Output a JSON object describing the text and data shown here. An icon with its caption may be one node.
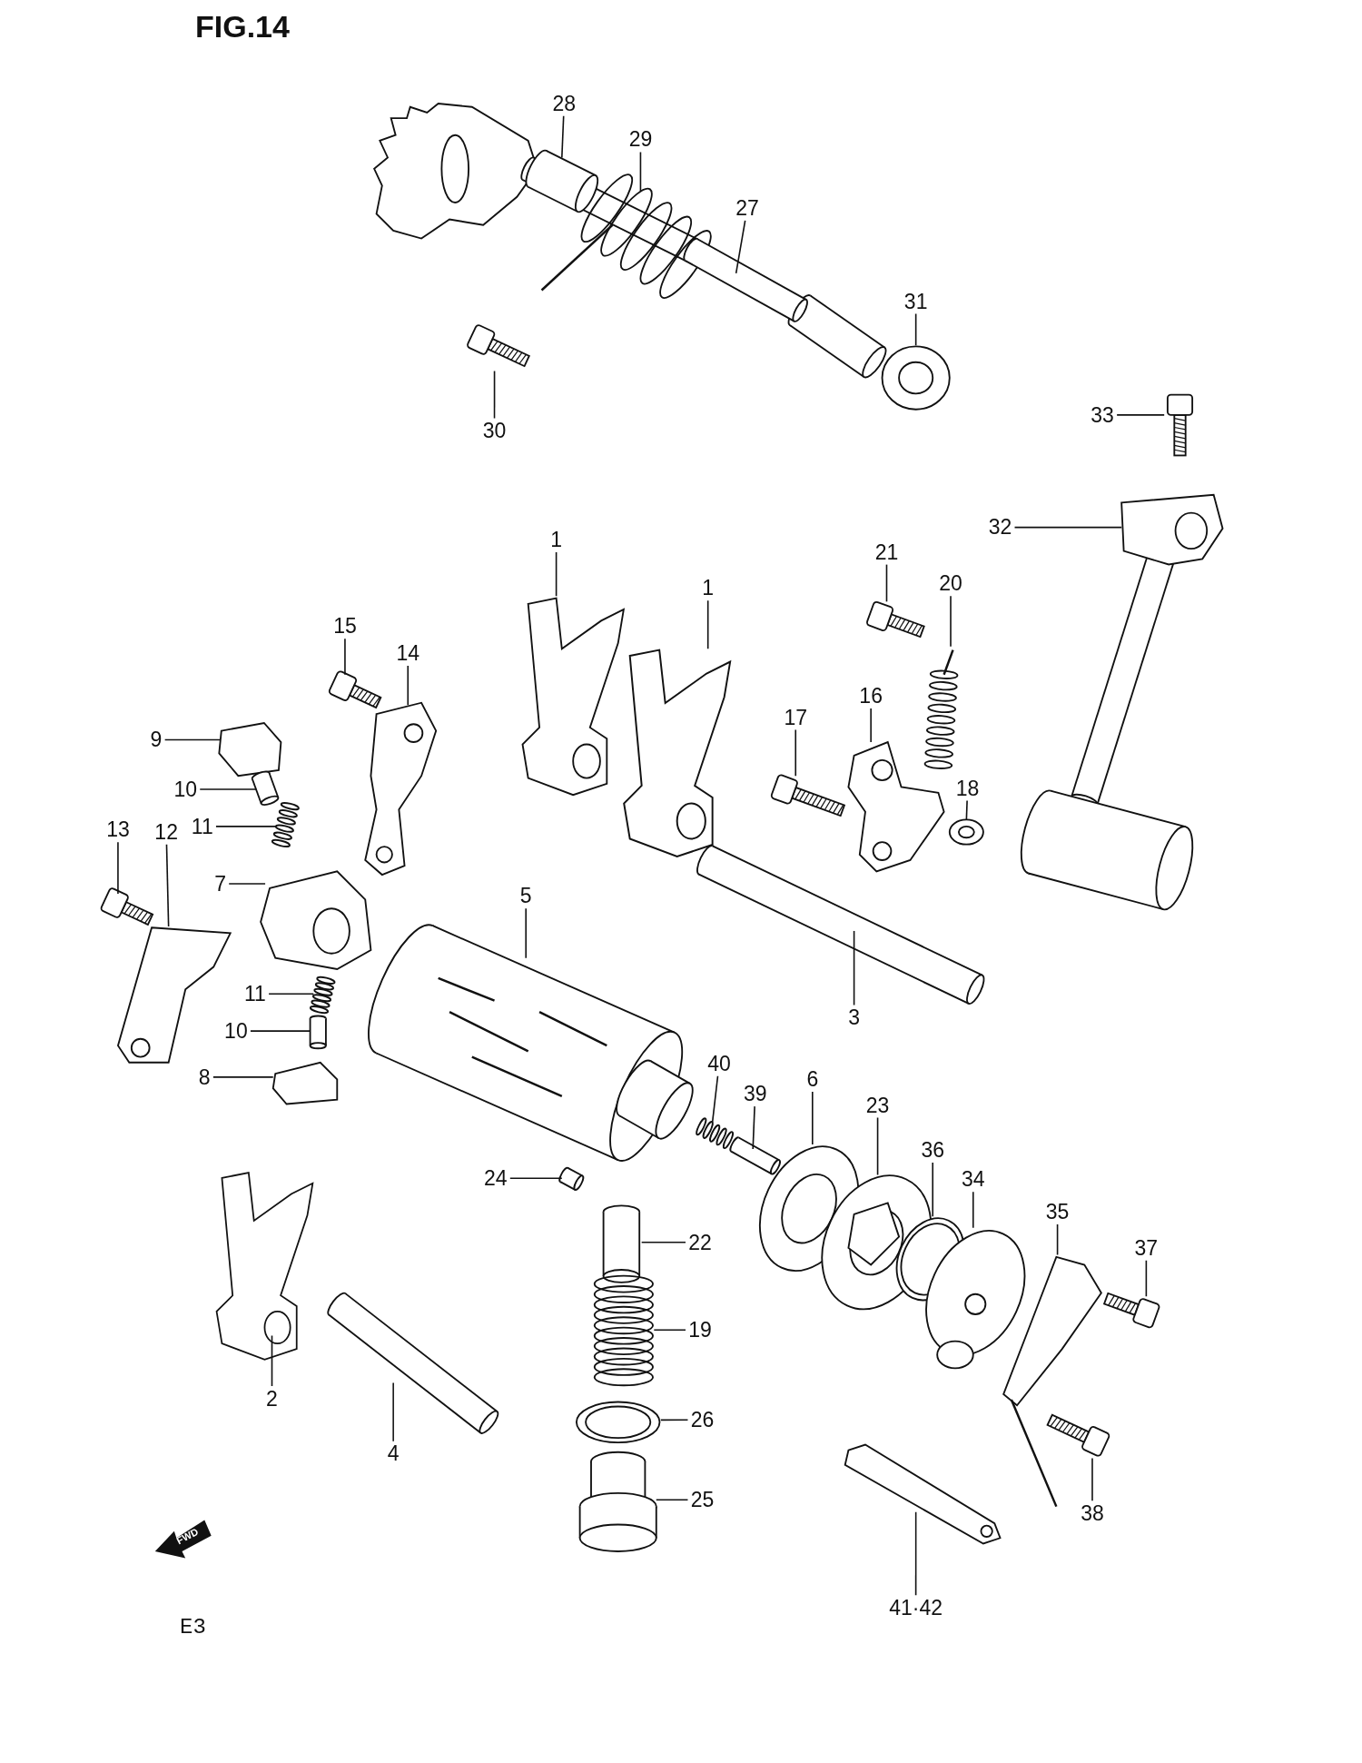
{
  "diagram": {
    "title": "FIG.14",
    "nodes": [
      {
        "text": [
          "28"
        ]
      },
      {
        "text": [],
        "shape": "picture"
      },
      {
        "text": [
          "29"
        ]
      },
      {
        "text": [],
        "shape": "picture"
      },
      {
        "text": [
          "27"
        ]
      },
      {
        "text": [],
        "shape": "picture"
      },
      {
        "text": [
          "31"
        ]
      },
      {
        "text": [],
        "shape": "picture"
      },
      {
        "text": [
          "30"
        ]
      },
      {
        "text": [],
        "shape": "picture"
      },
      {
        "text": [
          "33"
        ]
      },
      {
        "text": [],
        "shape": "picture"
      },
      {
        "text": [
          "32"
        ]
      },
      {
        "text": [],
        "shape": "picture"
      },
      {
        "text": [
          "21"
        ]
      },
      {
        "text": [],
        "shape": "picture"
      },
      {
        "text": [
          "20"
        ]
      },
      {
        "text": [],
        "shape": "picture"
      },
      {
        "text": [
          "1"
        ]
      },
      {
        "text": [],
        "shape": "picture"
      },
      {
        "text": [
          "1"
        ]
      },
      {
        "text": [],
        "shape": "picture"
      },
      {
        "text": [
          "17"
        ]
      },
      {
        "text": [],
        "shape": "picture"
      },
      {
        "text": [
          "16"
        ]
      },
      {
        "text": [],
        "shape": "picture"
      },
      {
        "text": [
          "18"
        ]
      },
      {
        "text": [],
        "shape": "picture"
      },
      {
        "text": [
          "15"
        ]
      },
      {
        "text": [],
        "shape": "picture"
      },
      {
        "text": [
          "14"
        ]
      },
      {
        "text": [],
        "shape": "picture"
      },
      {
        "text": [
          "9"
        ]
      },
      {
        "text": [],
        "shape": "picture"
      },
      {
        "text": [
          "10"
        ]
      },
      {
        "text": [],
        "shape": "picture"
      },
      {
        "text": [
          "11"
        ]
      },
      {
        "text": [],
        "shape": "picture"
      },
      {
        "text": [
          "13"
        ]
      },
      {
        "text": [],
        "shape": "picture"
      },
      {
        "text": [
          "12"
        ]
      },
      {
        "text": [],
        "shape": "picture"
      },
      {
        "text": [
          "7"
        ]
      },
      {
        "text": [],
        "shape": "picture"
      },
      {
        "text": [
          "5"
        ]
      },
      {
        "text": [],
        "shape": "picture"
      },
      {
        "text": [
          "3"
        ]
      },
      {
        "text": [],
        "shape": "picture"
      },
      {
        "text": [
          "11"
        ]
      },
      {
        "text": [],
        "shape": "picture"
      },
      {
        "text": [
          "10"
        ]
      },
      {
        "text": [],
        "shape": "picture"
      },
      {
        "text": [
          "8"
        ]
      },
      {
        "text": [],
        "shape": "picture"
      },
      {
        "text": [
          "40"
        ]
      },
      {
        "text": [],
        "shape": "picture"
      },
      {
        "text": [
          "39"
        ]
      },
      {
        "text": [],
        "shape": "picture"
      },
      {
        "text": [
          "24"
        ]
      },
      {
        "text": [],
        "shape": "picture"
      },
      {
        "text": [
          "6"
        ]
      },
      {
        "text": [],
        "shape": "picture"
      },
      {
        "text": [
          "23"
        ]
      },
      {
        "text": [],
        "shape": "picture"
      },
      {
        "text": [
          "36"
        ]
      },
      {
        "text": [],
        "shape": "picture"
      },
      {
        "text": [
          "34"
        ]
      },
      {
        "text": [],
        "shape": "picture"
      },
      {
        "text": [
          "35"
        ]
      },
      {
        "text": [],
        "shape": "picture"
      },
      {
        "text": [
          "37"
        ]
      },
      {
        "text": [],
        "shape": "picture"
      },
      {
        "text": [
          "22"
        ]
      },
      {
        "text": [],
        "shape": "picture"
      },
      {
        "text": [
          "19"
        ]
      },
      {
        "text": [],
        "shape": "picture"
      },
      {
        "text": [
          "2"
        ]
      },
      {
        "text": [],
        "shape": "picture"
      },
      {
        "text": [
          "4"
        ]
      },
      {
        "text": [],
        "shape": "picture"
      },
      {
        "text": [
          "26"
        ]
      },
      {
        "text": [],
        "shape": "picture"
      },
      {
        "text": [
          "25"
        ]
      },
      {
        "text": [],
        "shape": "picture"
      },
      {
        "text": [
          "38"
        ]
      },
      {
        "text": [],
        "shape": "picture"
      },
      {
        "text": [
          "41·42"
        ]
      },
      {
        "text": [],
        "shape": "picture"
      }
    ],
    "edges": [
      {
        "from": 0,
        "to": 1,
        "arrow": "none"
      },
      {
        "from": 2,
        "to": 3,
        "arrow": "none"
      },
      {
        "from": 4,
        "to": 5,
        "arrow": "none"
      },
      {
        "from": 6,
        "to": 7,
        "arrow": "none"
      },
      {
        "from": 8,
        "to": 9,
        "arrow": "none"
      },
      {
        "from": 10,
        "to": 11,
        "arrow": "none"
      },
      {
        "from": 12,
        "to": 13,
        "arrow": "none"
      },
      {
        "from": 14,
        "to": 15,
        "arrow": "none"
      },
      {
        "from": 16,
        "to": 17,
        "arrow": "none"
      },
      {
        "from": 18,
        "to": 19,
        "arrow": "none"
      },
      {
        "from": 20,
        "to": 21,
        "arrow": "none"
      },
      {
        "from": 22,
        "to": 23,
        "arrow": "none"
      },
      {
        "from": 24,
        "to": 25,
        "arrow": "none"
      },
      {
        "from": 26,
        "to": 27,
        "arrow": "none"
      },
      {
        "from": 28,
        "to": 29,
        "arrow": "none"
      },
      {
        "from": 30,
        "to": 31,
        "arrow": "none"
      },
      {
        "from": 32,
        "to": 33,
        "arrow": "none"
      },
      {
        "from": 34,
        "to": 35,
        "arrow": "none"
      },
      {
        "from": 36,
        "to": 37,
        "arrow": "none"
      },
      {
        "from": 38,
        "to": 39,
        "arrow": "none"
      },
      {
        "from": 40,
        "to": 41,
        "arrow": "none"
      },
      {
        "from": 42,
        "to": 43,
        "arrow": "none"
      },
      {
        "from": 44,
        "to": 45,
        "arrow": "none"
      },
      {
        "from": 46,
        "to": 47,
        "arrow": "none"
      },
      {
        "from": 48,
        "to": 49,
        "arrow": "none"
      },
      {
        "from": 50,
        "to": 51,
        "arrow": "none"
      },
      {
        "from": 52,
        "to": 53,
        "arrow": "none"
      },
      {
        "from": 54,
        "to": 55,
        "arrow": "none"
      },
      {
        "from": 56,
        "to": 57,
        "arrow": "none"
      },
      {
        "from": 58,
        "to": 59,
        "arrow": "none"
      },
      {
        "from": 60,
        "to": 61,
        "arrow": "none"
      },
      {
        "from": 62,
        "to": 63,
        "arrow": "none"
      },
      {
        "from": 64,
        "to": 65,
        "arrow": "none"
      },
      {
        "from": 66,
        "to": 67,
        "arrow": "none"
      },
      {
        "from": 68,
        "to": 69,
        "arrow": "none"
      },
      {
        "from": 70,
        "to": 71,
        "arrow": "none"
      },
      {
        "from": 72,
        "to": 73,
        "arrow": "none"
      },
      {
        "from": 74,
        "to": 75,
        "arrow": "none"
      },
      {
        "from": 76,
        "to": 77,
        "arrow": "none"
      },
      {
        "from": 78,
        "to": 79,
        "arrow": "none"
      },
      {
        "from": 80,
        "to": 81,
        "arrow": "none"
      },
      {
        "from": 82,
        "to": 83,
        "arrow": "none"
      },
      {
        "from": 84,
        "to": 85,
        "arrow": "none"
      },
      {
        "from": 86,
        "to": 87,
        "arrow": "none"
      }
    ],
    "labels": [
      "FWD",
      "E3"
    ]
  }
}
